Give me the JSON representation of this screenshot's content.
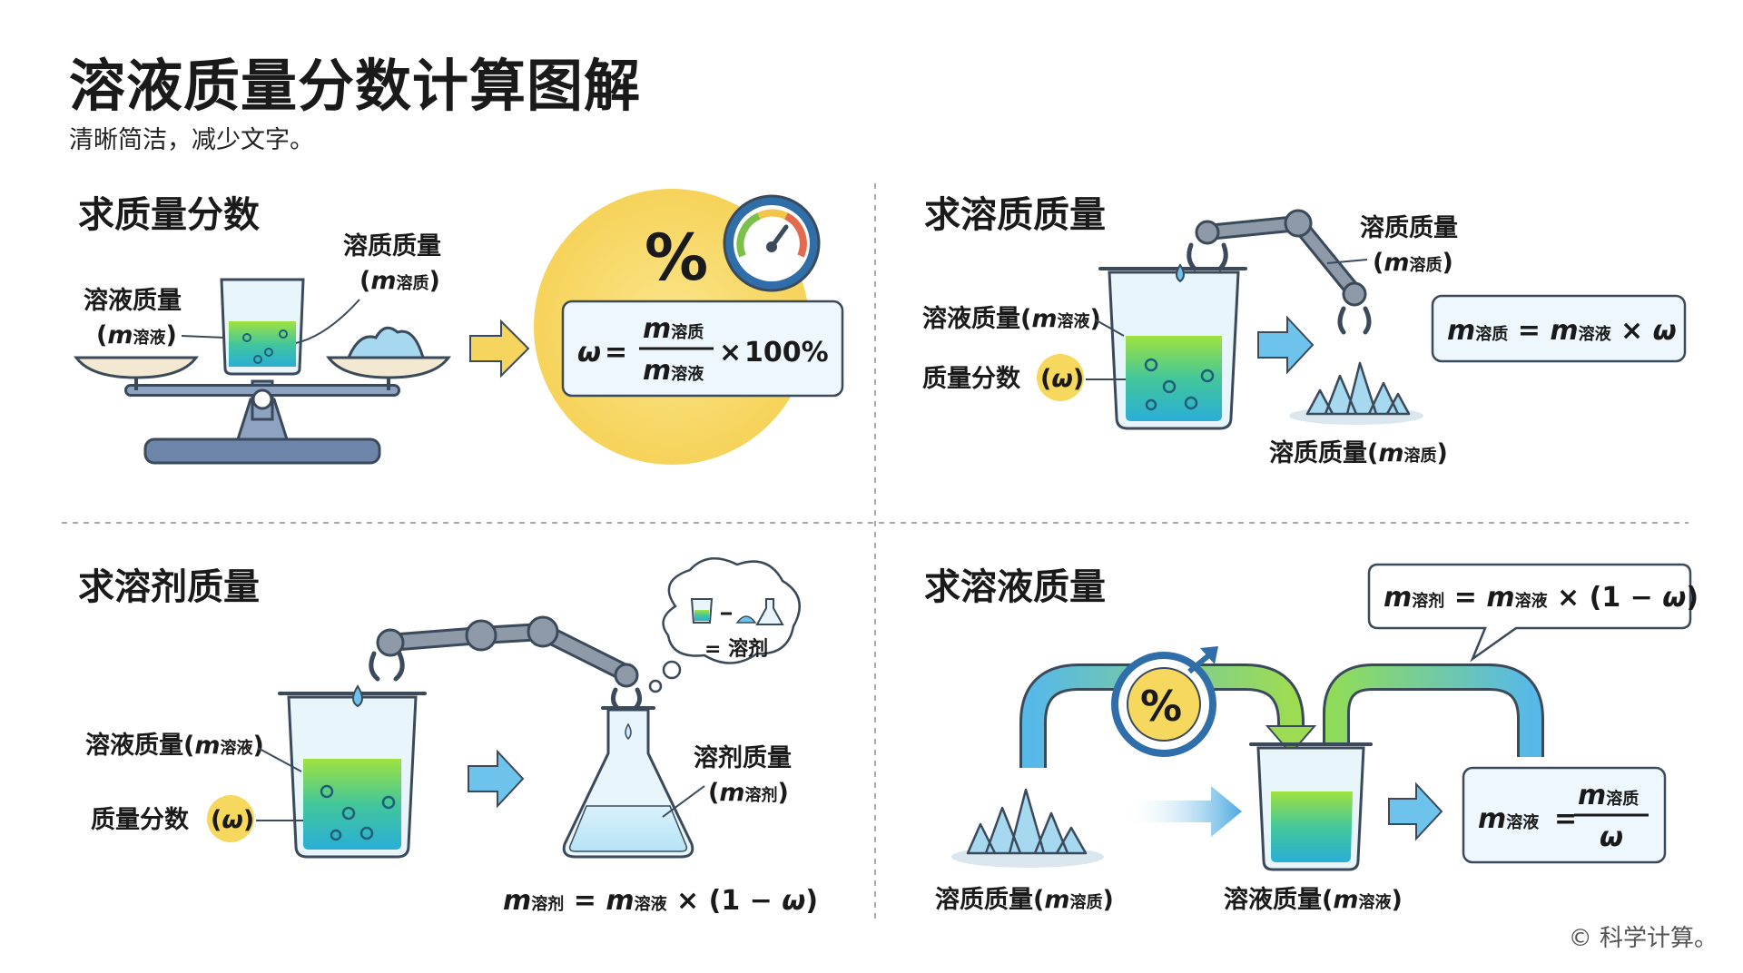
{
  "title": "溶液质量分数计算图解",
  "subtitle": "清晰简洁，减少文字。",
  "footer": "© 科学计算。",
  "symbols": {
    "m": "m",
    "omega": "ω",
    "times": "×",
    "eq": "=",
    "minus": "−",
    "one": "1",
    "pct": "%"
  },
  "subscripts": {
    "solute": "溶质",
    "solution": "溶液",
    "solvent": "溶剂"
  },
  "panels": {
    "fraction": {
      "heading": "求质量分数",
      "solution_label": "溶液质量",
      "solute_label": "溶质质量",
      "hundred": "100%"
    },
    "solute": {
      "heading": "求溶质质量",
      "solution_label": "溶液质量",
      "fraction_label": "质量分数",
      "solute_label": "溶质质量",
      "solute_bottom_label": "溶质质量"
    },
    "solvent": {
      "heading": "求溶剂质量",
      "solution_label": "溶液质量",
      "fraction_label": "质量分数",
      "solvent_label": "溶剂质量",
      "bubble_text": "= 溶剂"
    },
    "solution": {
      "heading": "求溶液质量",
      "solute_label": "溶质质量",
      "solution_label": "溶液质量"
    }
  },
  "colors": {
    "liquid_top": "#a6e23a",
    "liquid_bottom": "#2fb6d8",
    "yellow": "#f7d85f",
    "arrow": "#6ec3ec",
    "box_border": "#3b4a5a",
    "crystal": "#9ed4ee",
    "metal": "#8f9aa8",
    "scale": "#6c85a8",
    "divider": "#aaaaaa"
  }
}
